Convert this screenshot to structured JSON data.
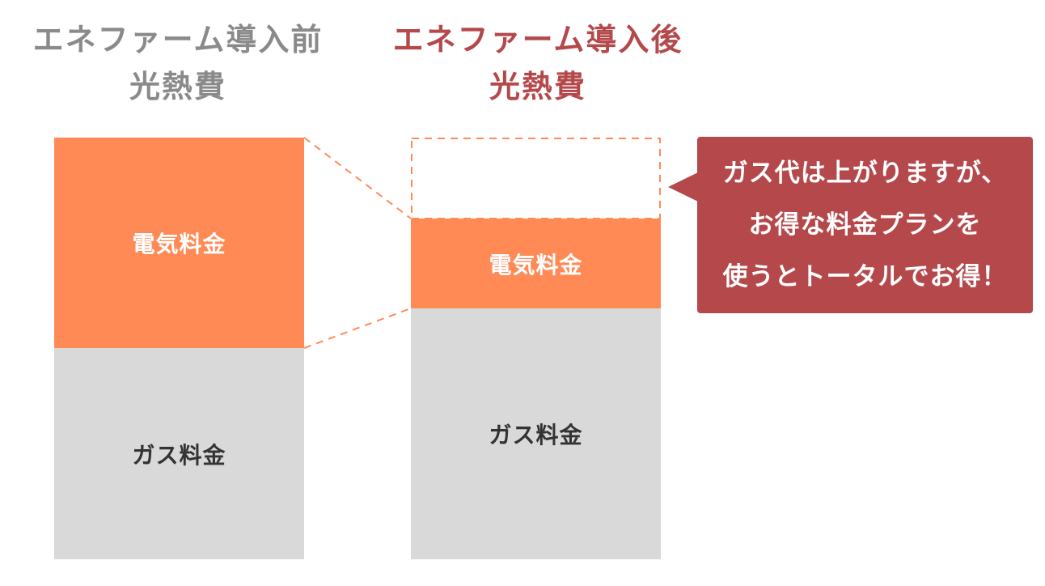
{
  "before": {
    "title_line1": "エネファーム導入前",
    "title_line2": "光熱費",
    "electricity_label": "電気料金",
    "gas_label": "ガス料金"
  },
  "after": {
    "title_line1": "エネファーム導入後",
    "title_line2": "光熱費",
    "electricity_label": "電気料金",
    "gas_label": "ガス料金"
  },
  "callout": {
    "line1": "ガス代は上がりますが、",
    "line2": "お得な料金プランを",
    "line3": "使うとトータルでお得！"
  },
  "colors": {
    "electricity": "#ff8a56",
    "gas": "#d9d9d9",
    "accent": "#b5484b",
    "before_title": "#8a8a8a"
  }
}
